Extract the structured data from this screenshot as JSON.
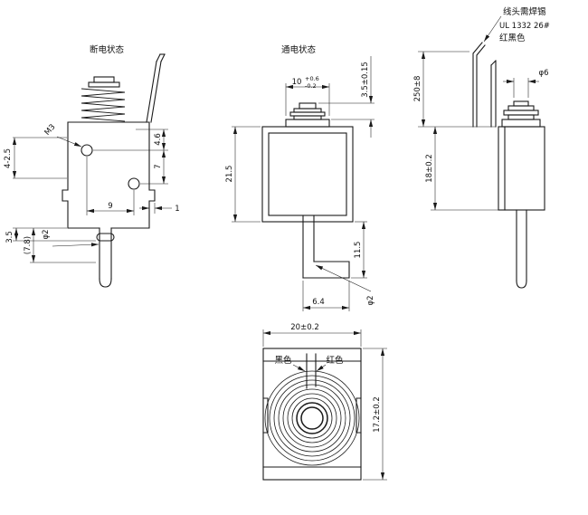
{
  "drawing": {
    "ink_color": "#1a1a1a",
    "view_off": {
      "title": "断电状态",
      "thread_label": "M3",
      "dim_left_holes": "4-2.5",
      "dim_top_to_hole": "4.6",
      "dim_hole_pitch_v": "7",
      "dim_hole_pitch_h": "9",
      "dim_tab": "1",
      "dim_rod_dia": "φ2",
      "dim_pin": "3.5",
      "dim_ref": "(7.8)"
    },
    "view_on": {
      "title": "通电状态",
      "dim_stroke": "10",
      "dim_stroke_tol_up": "+0.6",
      "dim_stroke_tol_dn": "-0.2",
      "dim_cap_height": "3.5±0.15",
      "dim_overall_height": "21.5",
      "dim_rod_drop": "11.5",
      "dim_foot": "6.4",
      "dim_rod_dia": "φ2"
    },
    "view_side": {
      "note_line1": "线头需焊锡",
      "note_line2": "UL 1332 26#",
      "note_line3": "红黑色",
      "dim_cap_dia": "φ6",
      "dim_wire_length": "250±8",
      "dim_body_height": "18±0.2"
    },
    "view_top": {
      "dim_width": "20±0.2",
      "wire_black_label": "黑色",
      "wire_red_label": "红色",
      "dim_depth": "17.2±0.2"
    }
  }
}
